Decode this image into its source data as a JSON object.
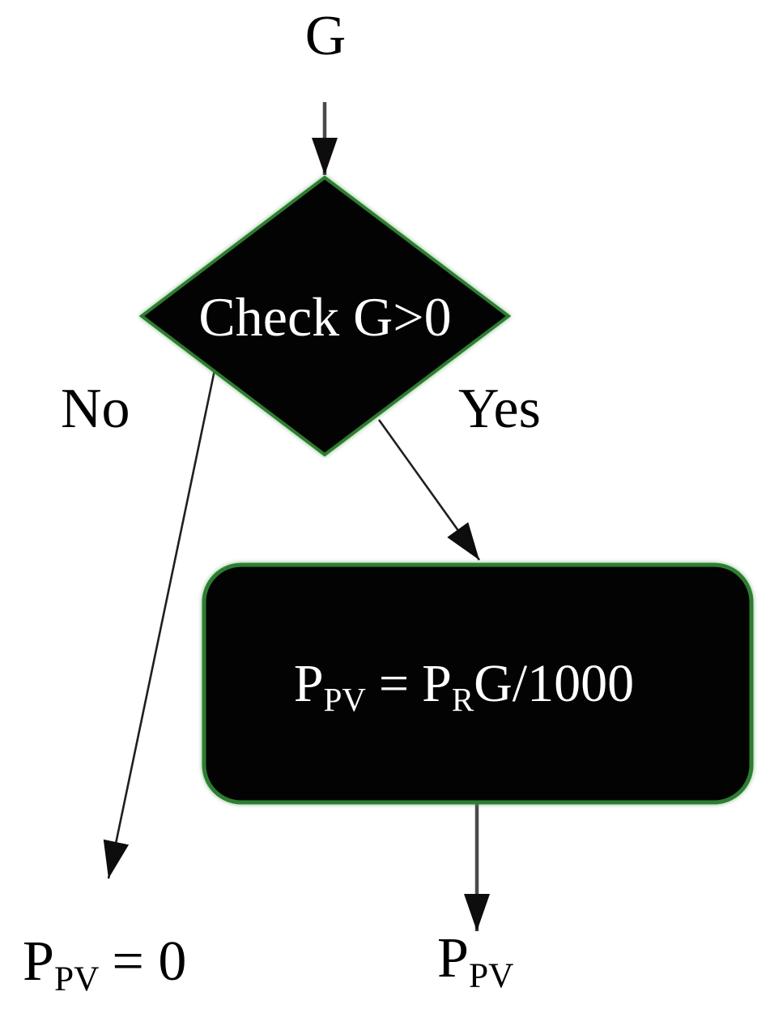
{
  "colors": {
    "background": "#ffffff",
    "node_fill": "#030303",
    "node_border": "#2e7d32",
    "node_text": "#ffffff",
    "label_text": "#000000",
    "connector": "#1f1f1f",
    "connector_vertical": "#4a4a4a",
    "arrowhead": "#0d0d0d"
  },
  "nodes": {
    "input": {
      "label": "G"
    },
    "decision": {
      "label": "Check G>0"
    },
    "process": {
      "formula": {
        "base1": "P",
        "sub1": "PV",
        "eq": "=",
        "base2": "P",
        "sub2": "R",
        "tail": "G/1000"
      }
    },
    "result_no": {
      "base": "P",
      "sub": "PV",
      "tail": "= 0"
    },
    "result_yes": {
      "base": "P",
      "sub": "PV"
    }
  },
  "edges": {
    "no": {
      "label": "No"
    },
    "yes": {
      "label": "Yes"
    }
  }
}
